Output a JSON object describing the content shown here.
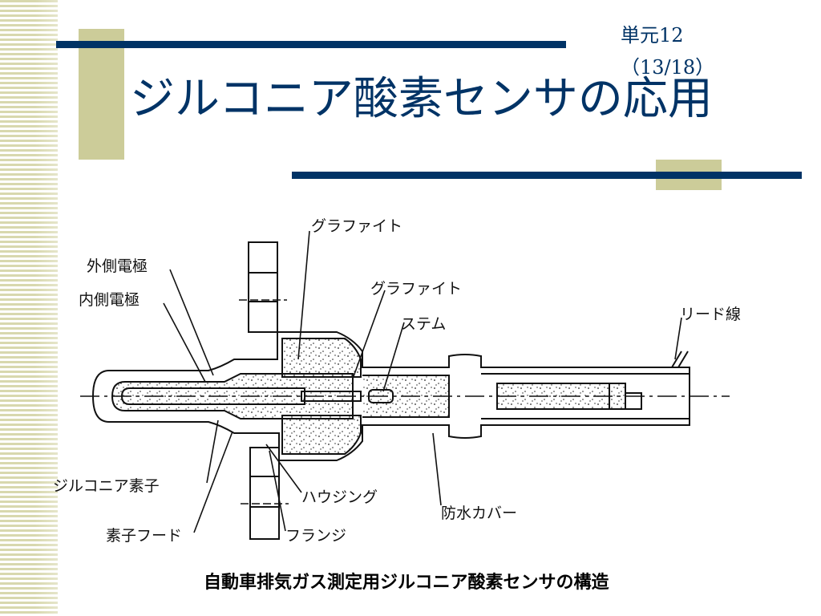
{
  "slide": {
    "title": "ジルコニア酸素センサの応用",
    "unit_line1": "単元12",
    "unit_line2": "（13/18）",
    "accent_color": "#003366",
    "decor_color": "#cccc99"
  },
  "figure": {
    "caption": "自動車排気ガス測定用ジルコニア酸素センサの構造",
    "labels": {
      "graphite_top": "グラファイト",
      "outer_electrode": "外側電極",
      "inner_electrode": "内側電極",
      "graphite_mid": "グラファイト",
      "stem": "ステム",
      "lead_wire": "リード線",
      "zirconia_element": "ジルコニア素子",
      "housing": "ハウジング",
      "waterproof_cover": "防水カバー",
      "element_hood": "素子フード",
      "flange": "フランジ"
    }
  }
}
